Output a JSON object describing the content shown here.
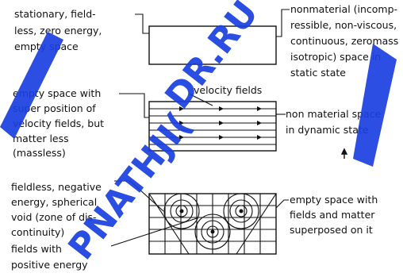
{
  "labels": {
    "stationary_1": "stationary, field-",
    "stationary_2": "less, zero energy,",
    "stationary_3": "empty space",
    "nonmaterial_1": "nonmaterial (incomp-",
    "nonmaterial_2": "ressible, non-viscous,",
    "nonmaterial_3": "continuous, zeromass",
    "nonmaterial_4": "isotropic) space in",
    "nonmaterial_5": "static state",
    "velocity_1": "empty space with",
    "velocity_2": "super position of",
    "velocity_3": "velocity fields, but",
    "velocity_4": "matter less",
    "velocity_5": "(massless)",
    "velocity_fields": "velocity fields",
    "dynamic_1": "non material space",
    "dynamic_2": "in dynamic state",
    "fieldless_1": "fieldless, negative",
    "fieldless_2": "energy, spherical",
    "fieldless_3": "void (zone of dis-",
    "fieldless_4": "continuity)",
    "fieldless_5": "fields with",
    "fieldless_6": "positive energy",
    "matter_1": "empty space with",
    "matter_2": "fields and matter",
    "matter_3": "superposed on it"
  },
  "watermark": {
    "text_1": "DR.RU",
    "text_2": "PNATHJI(",
    "color": "#1a3fe0"
  },
  "colors": {
    "ink": "#111111",
    "watermark": "#1a3fe0",
    "background": "#ffffff"
  }
}
